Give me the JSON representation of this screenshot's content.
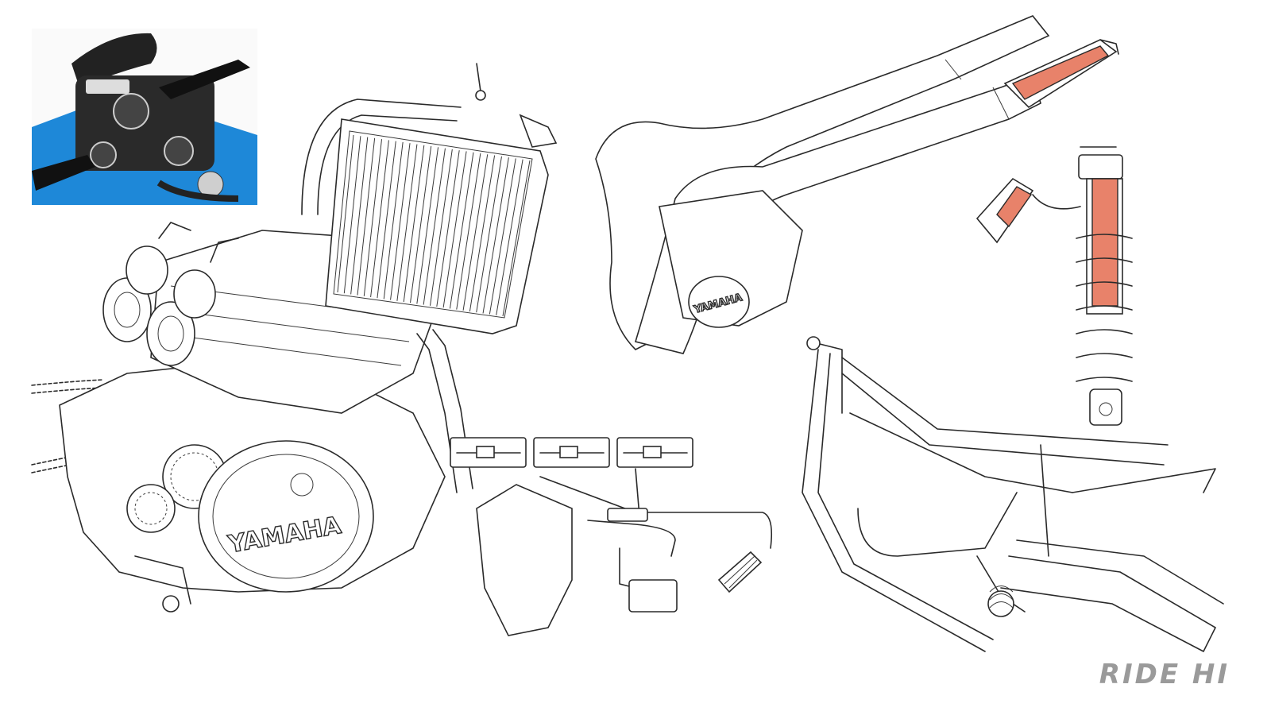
{
  "engine_cover_brand": "YAMAHA",
  "exhaust_cover_brand": "YAMAHA",
  "watermark": "RIDE HI",
  "colors": {
    "background": "#ffffff",
    "line": "#2a2a2a",
    "accent": "#e8826a",
    "watermark": "#9a9a9a",
    "photo_tank": "#1e88d8",
    "photo_dash": "#222222"
  },
  "icons": {
    "engine": "engine-illustration",
    "radiator": "radiator-illustration",
    "exhaust": "exhaust-chamber-illustration",
    "shock": "rear-shock-illustration",
    "frame": "frame-illustration",
    "throttle": "throttle-cable-illustration",
    "photo": "cockpit-photo"
  }
}
